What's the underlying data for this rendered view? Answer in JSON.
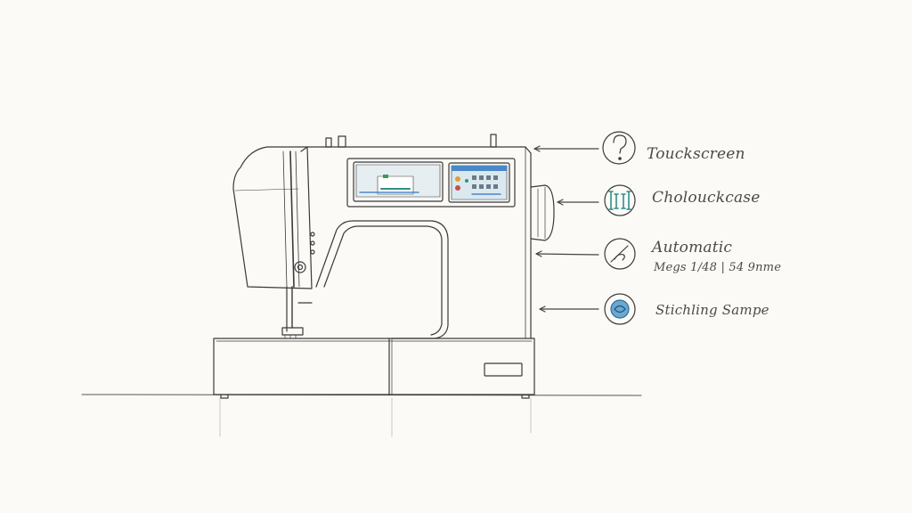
{
  "annotations": [
    {
      "icon": "question-icon",
      "label": "Toucksсreen"
    },
    {
      "icon": "thread-spools-icon",
      "label": "Cholouckcase"
    },
    {
      "icon": "needle-threader-icon",
      "label": "Automatic",
      "sublabel": "Megs 1/48 | 54 9nme"
    },
    {
      "icon": "stitch-sample-icon",
      "label": "Stichling Sampe"
    }
  ],
  "colors": {
    "background": "#fbfaf6",
    "ink": "#3a3a3a",
    "screen_fill": "#dbe9ef",
    "accent_teal": "#2f8f8a",
    "accent_blue": "#4a88c7"
  }
}
